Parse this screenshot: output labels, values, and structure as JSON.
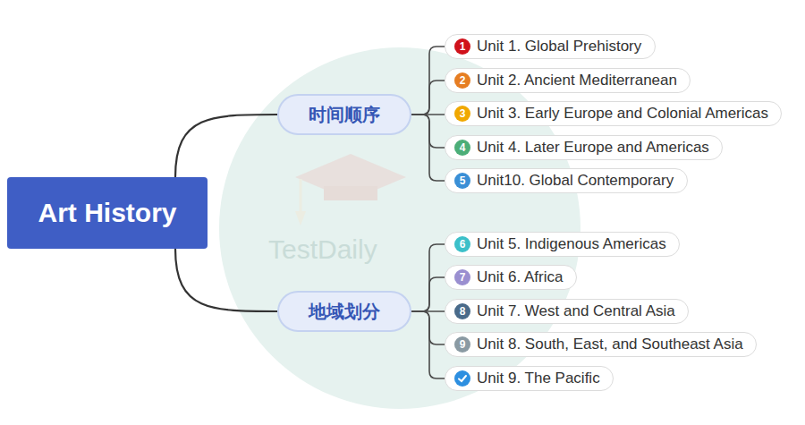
{
  "diagram": {
    "nodes": [
      {
        "text": [
          "Art History"
        ]
      },
      {
        "text": [
          "时间顺序"
        ]
      },
      {
        "text": [
          "1",
          "Unit 1. Global Prehistory"
        ]
      },
      {
        "text": [
          "2",
          "Unit 2. Ancient Mediterranean"
        ]
      },
      {
        "text": [
          "3",
          "Unit 3. Early Europe and Colonial Americas"
        ]
      },
      {
        "text": [
          "4",
          "Unit 4. Later Europe and Americas"
        ]
      },
      {
        "text": [
          "5",
          "Unit10. Global Contemporary"
        ]
      },
      {
        "text": [
          "地域划分"
        ]
      },
      {
        "text": [
          "6",
          "Unit 5. Indigenous Americas"
        ]
      },
      {
        "text": [
          "7",
          "Unit 6. Africa"
        ]
      },
      {
        "text": [
          "8",
          "Unit 7. West and Central Asia"
        ]
      },
      {
        "text": [
          "9",
          "Unit 8. South, East, and Southeast Asia"
        ]
      },
      {
        "text": [
          "Unit 9. The Pacific"
        ]
      }
    ],
    "edges": [
      {
        "from": 0,
        "to": 1,
        "arrow": "none"
      },
      {
        "from": 0,
        "to": 7,
        "arrow": "none"
      },
      {
        "from": 1,
        "to": 2,
        "arrow": "none"
      },
      {
        "from": 1,
        "to": 3,
        "arrow": "none"
      },
      {
        "from": 1,
        "to": 4,
        "arrow": "none"
      },
      {
        "from": 1,
        "to": 5,
        "arrow": "none"
      },
      {
        "from": 1,
        "to": 6,
        "arrow": "none"
      },
      {
        "from": 7,
        "to": 8,
        "arrow": "none"
      },
      {
        "from": 7,
        "to": 9,
        "arrow": "none"
      },
      {
        "from": 7,
        "to": 10,
        "arrow": "none"
      },
      {
        "from": 7,
        "to": 11,
        "arrow": "none"
      },
      {
        "from": 7,
        "to": 12,
        "arrow": "none"
      }
    ],
    "labels": [
      "TestDaily"
    ]
  }
}
